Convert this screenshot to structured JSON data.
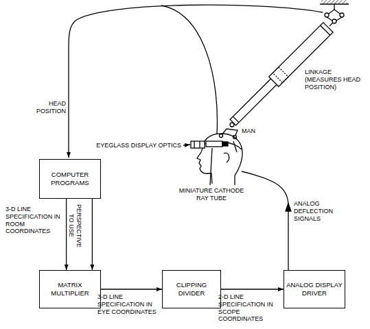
{
  "diagram": {
    "nodes": [
      {
        "text": [
          "COMPUTER PROGRAMS"
        ]
      },
      {
        "text": [
          "MATRIX MULTIPLIER"
        ]
      },
      {
        "text": [
          "CLIPPING DIVIDER"
        ]
      },
      {
        "text": [
          "ANALOG DISPLAY DRIVER"
        ]
      }
    ],
    "edges": [
      {
        "from": 0,
        "to": 1,
        "arrow": "to",
        "label": "3-D LINE SPECIFICATION IN ROOM COORDINATES"
      },
      {
        "from": 0,
        "to": 1,
        "arrow": "to",
        "label": "PERSPECTIVE TO USE"
      },
      {
        "from": 1,
        "to": 2,
        "arrow": "to",
        "label": "3-D LINE SPECIFICATION IN EYE COORDINATES"
      },
      {
        "from": 2,
        "to": 3,
        "arrow": "to",
        "label": "2-D LINE SPECIFICATION IN SCOPE COORDINATES"
      }
    ],
    "labels": [
      "HEAD POSITION",
      "LINKAGE (MEASURES HEAD POSITION)",
      "MAN",
      "EYEGLASS DISPLAY OPTICS",
      "MINIATURE CATHODE RAY TUBE",
      "ANALOG DEFLECTION SIGNALS"
    ]
  }
}
